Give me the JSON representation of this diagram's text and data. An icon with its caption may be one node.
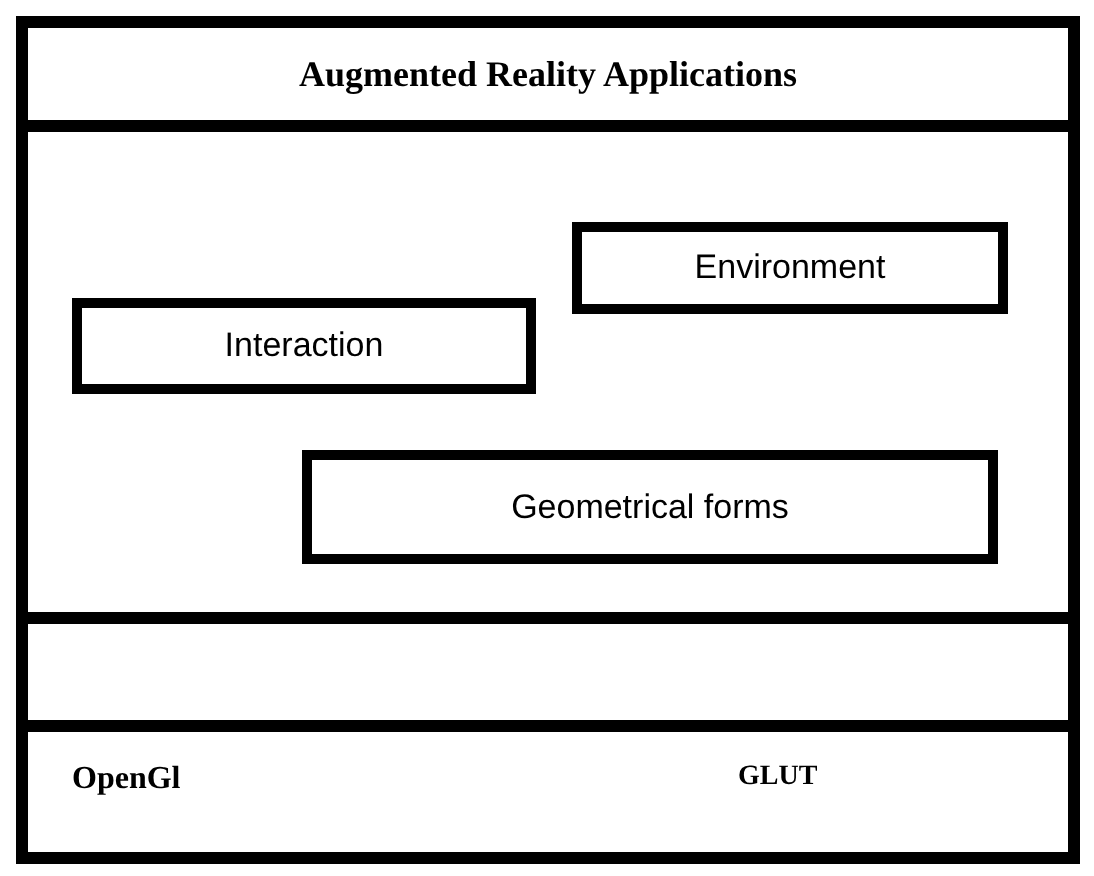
{
  "diagram": {
    "nodes": [
      {
        "text": [],
        "shape": "box"
      },
      {
        "text": [
          "Augmented Reality Applications"
        ],
        "in": 0
      },
      {
        "text": [],
        "shape": "box",
        "in": 0
      },
      {
        "text": [
          "Environment"
        ],
        "in": 2
      },
      {
        "text": [
          "Interaction"
        ],
        "in": 2
      },
      {
        "text": [
          "Geometrical forms"
        ],
        "in": 2
      },
      {
        "text": [],
        "shape": "box",
        "in": 0
      },
      {
        "text": [
          "OpenGl",
          "GLUT"
        ],
        "in": 0
      }
    ]
  }
}
